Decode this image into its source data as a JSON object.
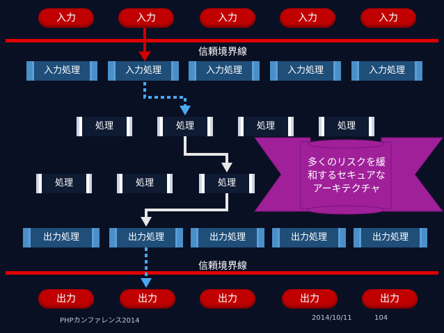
{
  "inputs": [
    "入力",
    "入力",
    "入力",
    "入力",
    "入力"
  ],
  "trust_label_top": "信頼境界線",
  "input_processes": [
    "入力処理",
    "入力処理",
    "入力処理",
    "入力処理",
    "入力処理"
  ],
  "process_row1": [
    "処理",
    "処理",
    "処理",
    "処理"
  ],
  "process_row2": [
    "処理",
    "処理",
    "処理",
    ""
  ],
  "output_processes": [
    "出力処理",
    "出力処理",
    "出力処理",
    "出力処理",
    "出力処理"
  ],
  "trust_label_bottom": "信頼境界線",
  "outputs": [
    "出力",
    "出力",
    "出力",
    "出力",
    "出力"
  ],
  "banner": {
    "lines": [
      "多くのリスクを緩",
      "和するセキュアな",
      "アーキテクチャ"
    ],
    "color": "#a0209a"
  },
  "footer": {
    "left": "PHPカンファレンス2014",
    "date": "2014/10/11",
    "page": "104"
  },
  "colors": {
    "background": "#0a1024",
    "boundary": "#e00000",
    "pill": "#c00000",
    "dotted_arrow": "#4aa8f0",
    "solid_arrow": "#e8e8e8"
  }
}
